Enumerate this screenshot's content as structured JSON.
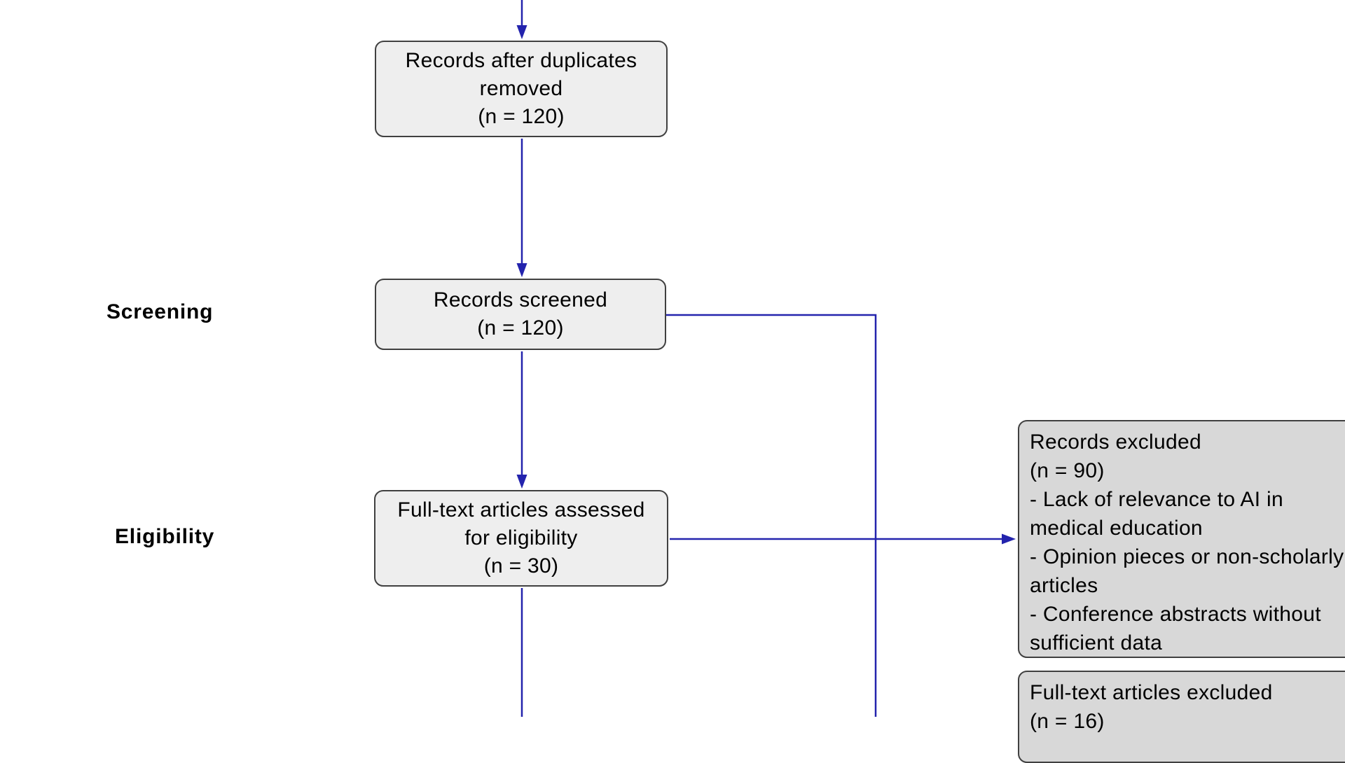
{
  "diagram": {
    "stage_labels": [
      "Screening",
      "Eligibility"
    ],
    "boxes": {
      "dedup": {
        "n": 120,
        "lines": [
          "Records after duplicates",
          "removed",
          "(n = 120)"
        ]
      },
      "screened": {
        "n": 120,
        "lines": [
          "Records screened",
          "(n = 120)"
        ]
      },
      "fulltext_assessed": {
        "n": 30,
        "lines": [
          "Full-text articles assessed",
          "for eligibility",
          "(n = 30)"
        ]
      },
      "records_excluded": {
        "n": 90,
        "lines": [
          "Records excluded",
          "(n = 90)",
          "- Lack of relevance to AI in",
          "medical education",
          "- Opinion pieces or non-scholarly",
          "articles",
          "- Conference abstracts without",
          "sufficient data"
        ]
      },
      "fulltext_excluded": {
        "n": 16,
        "lines": [
          "Full-text articles excluded",
          "(n = 16)"
        ]
      }
    },
    "colors": {
      "arrow": "#2323ad",
      "box_fill_light": "#eeeeee",
      "box_fill_gray": "#d8d8d8",
      "box_border": "#404040",
      "text": "#000000"
    }
  }
}
